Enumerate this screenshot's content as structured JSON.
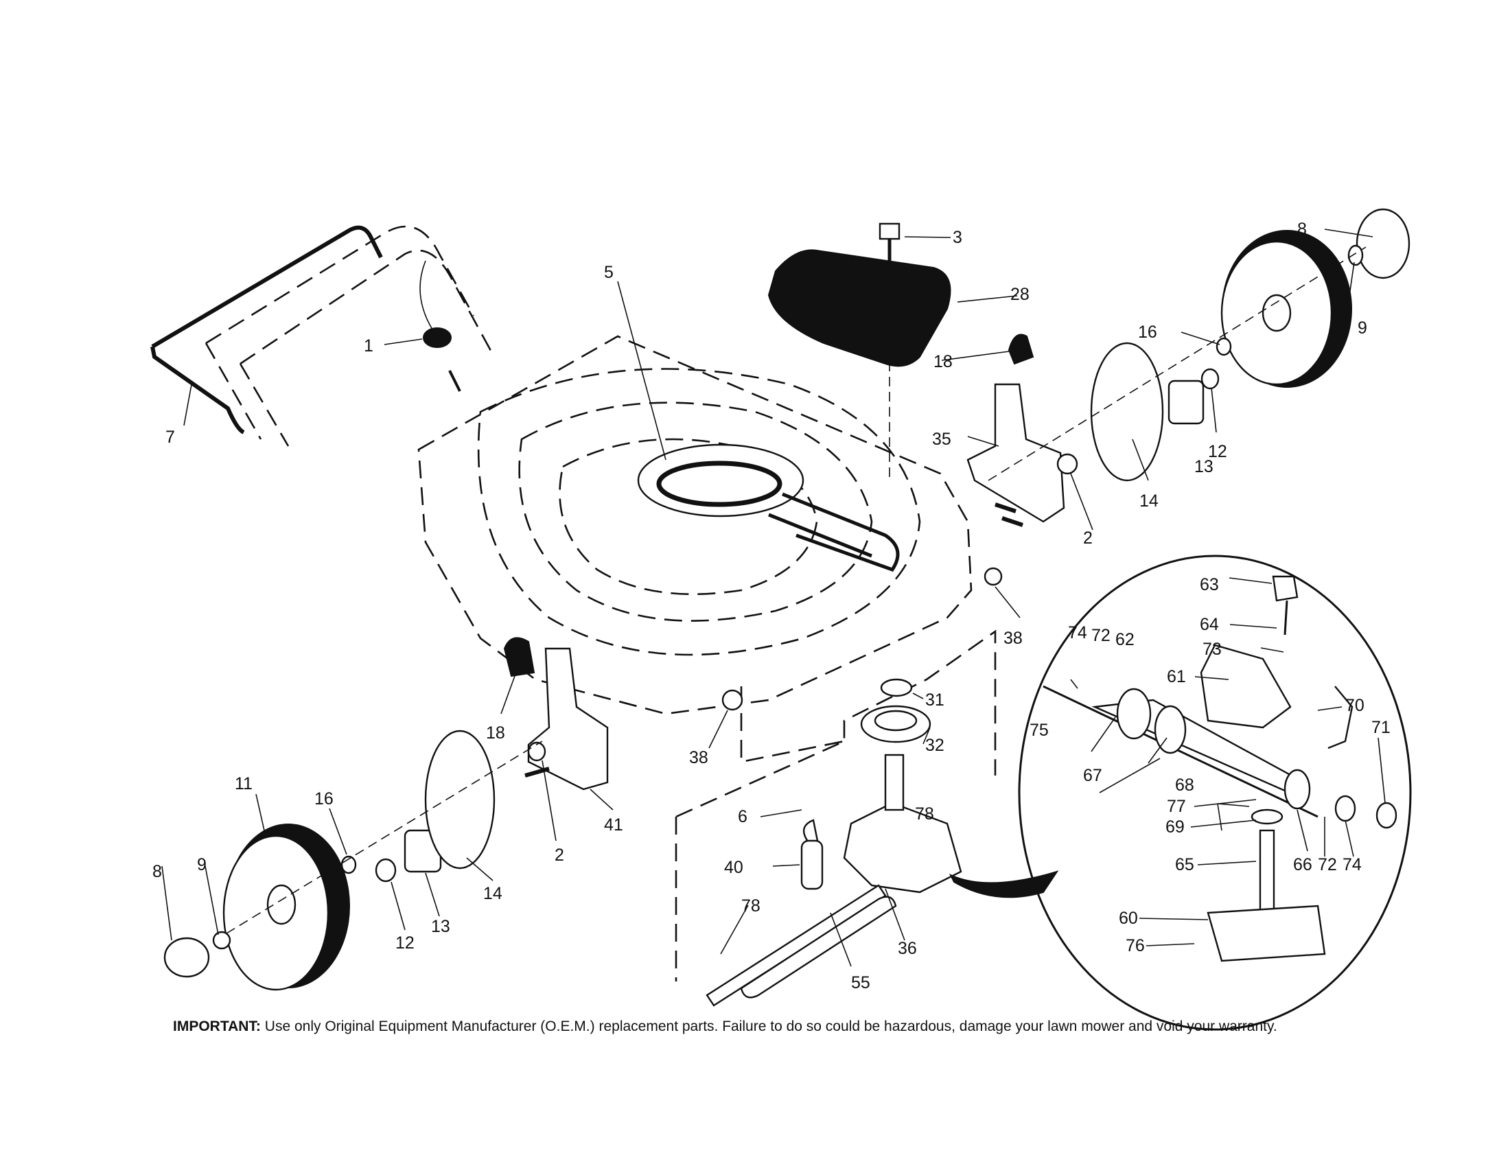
{
  "notice": {
    "label": "IMPORTANT:",
    "text": "Use only Original Equipment Manufacturer (O.E.M.) replacement parts.  Failure to do so could be hazardous, damage your lawn mower and void your warranty."
  },
  "callouts": {
    "c1": "1",
    "c2a": "2",
    "c2b": "2",
    "c3": "3",
    "c5": "5",
    "c6": "6",
    "c7": "7",
    "c8a": "8",
    "c8b": "8",
    "c9a": "9",
    "c9b": "9",
    "c11": "11",
    "c12a": "12",
    "c12b": "12",
    "c13a": "13",
    "c13b": "13",
    "c14a": "14",
    "c14b": "14",
    "c16a": "16",
    "c16b": "16",
    "c18a": "18",
    "c18b": "18",
    "c28": "28",
    "c31": "31",
    "c32": "32",
    "c35": "35",
    "c36": "36",
    "c38a": "38",
    "c38b": "38",
    "c40": "40",
    "c41": "41",
    "c55": "55",
    "c78a": "78",
    "c78b": "78",
    "c60": "60",
    "c61": "61",
    "c62": "62",
    "c63": "63",
    "c64": "64",
    "c65": "65",
    "c66": "66",
    "c67": "67",
    "c68": "68",
    "c69": "69",
    "c70": "70",
    "c71": "71",
    "c72a": "72",
    "c72b": "72",
    "c73": "73",
    "c74a": "74",
    "c74b": "74",
    "c75": "75",
    "c76": "76",
    "c77": "77"
  }
}
